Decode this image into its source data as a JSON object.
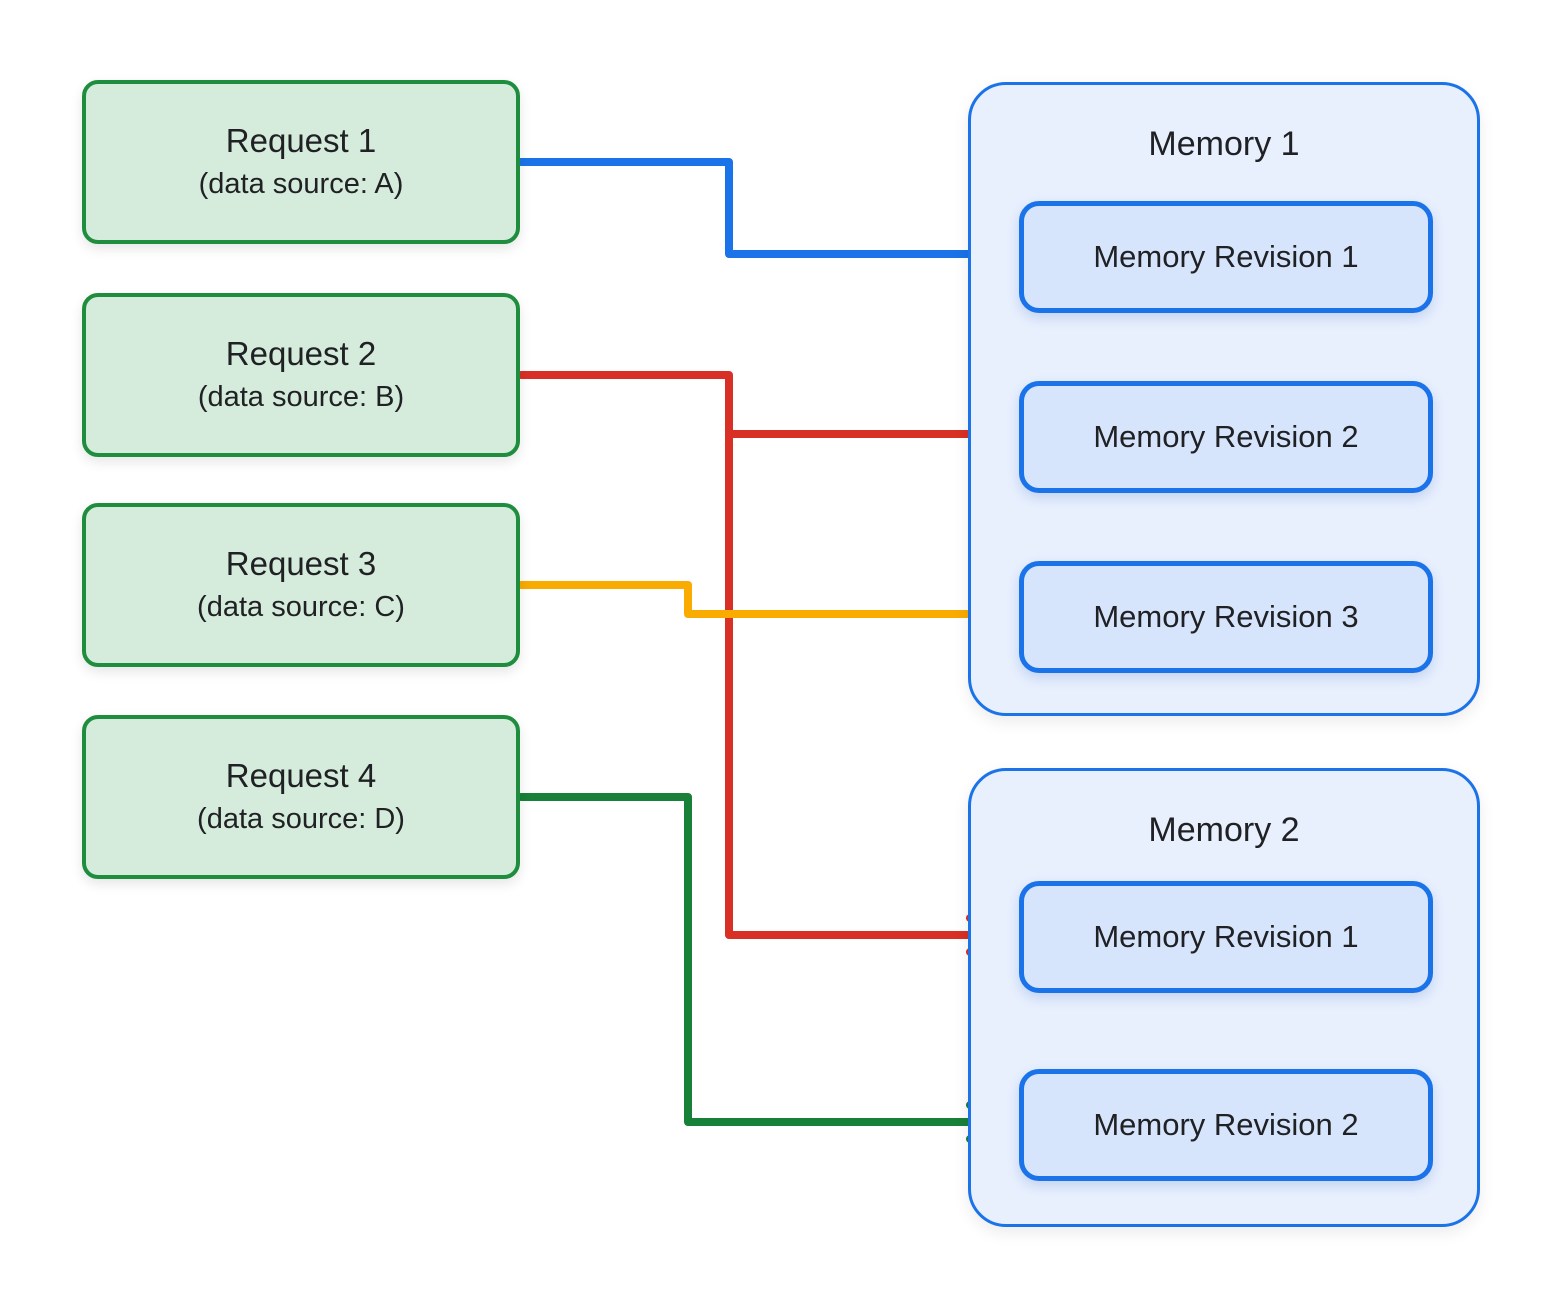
{
  "requests": [
    {
      "title": "Request 1",
      "subtitle": "(data source: A)"
    },
    {
      "title": "Request 2",
      "subtitle": "(data source: B)"
    },
    {
      "title": "Request 3",
      "subtitle": "(data source: C)"
    },
    {
      "title": "Request 4",
      "subtitle": "(data source: D)"
    }
  ],
  "memories": [
    {
      "title": "Memory 1",
      "revisions": [
        "Memory Revision 1",
        "Memory Revision 2",
        "Memory Revision 3"
      ]
    },
    {
      "title": "Memory 2",
      "revisions": [
        "Memory Revision 1",
        "Memory Revision 2"
      ]
    }
  ],
  "connectors": [
    {
      "from": "Request 1",
      "to": "Memory 1 / Memory Revision 1",
      "color": "#1a73e8"
    },
    {
      "from": "Request 2",
      "to": "Memory 1 / Memory Revision 2",
      "color": "#d93025"
    },
    {
      "from": "Request 2",
      "to": "Memory 2 / Memory Revision 1",
      "color": "#d93025"
    },
    {
      "from": "Request 3",
      "to": "Memory 1 / Memory Revision 3",
      "color": "#f9ab00"
    },
    {
      "from": "Request 4",
      "to": "Memory 2 / Memory Revision 2",
      "color": "#188038"
    }
  ],
  "sequence_arrows": [
    {
      "memory": "Memory 1",
      "from": "Memory Revision 1",
      "to": "Memory Revision 2"
    },
    {
      "memory": "Memory 1",
      "from": "Memory Revision 2",
      "to": "Memory Revision 3"
    },
    {
      "memory": "Memory 2",
      "from": "Memory Revision 1",
      "to": "Memory Revision 2"
    }
  ],
  "colors": {
    "request_fill": "#d5ecdc",
    "request_border": "#1e8e3e",
    "memory_fill": "#e8f0fe",
    "memory_border": "#1a73e8",
    "revision_fill": "#d7e5fc",
    "revision_border": "#1a73e8",
    "arrow_blue": "#1a73e8",
    "arrow_red": "#d93025",
    "arrow_yellow": "#f9ab00",
    "arrow_green": "#188038",
    "sequence_arrow": "#9aa0a6",
    "text": "#202124"
  }
}
